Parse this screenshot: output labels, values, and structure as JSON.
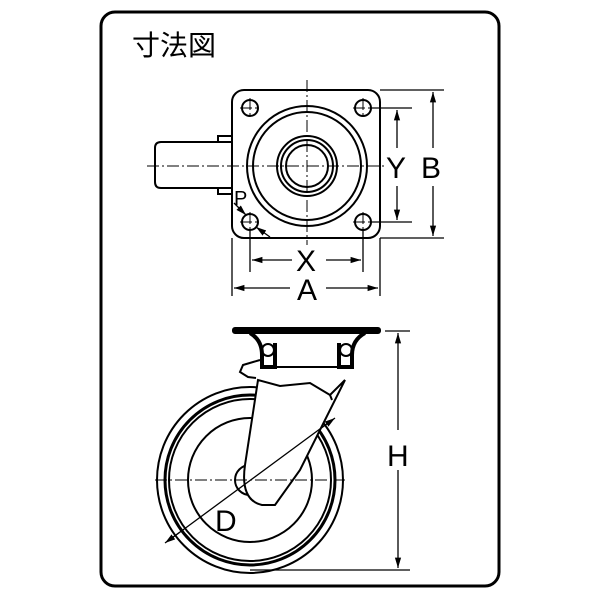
{
  "title": "寸法図",
  "labels": {
    "A": "A",
    "B": "B",
    "X": "X",
    "Y": "Y",
    "P": "P",
    "H": "H",
    "D": "D"
  },
  "colors": {
    "line": "#000000",
    "background": "#ffffff"
  }
}
